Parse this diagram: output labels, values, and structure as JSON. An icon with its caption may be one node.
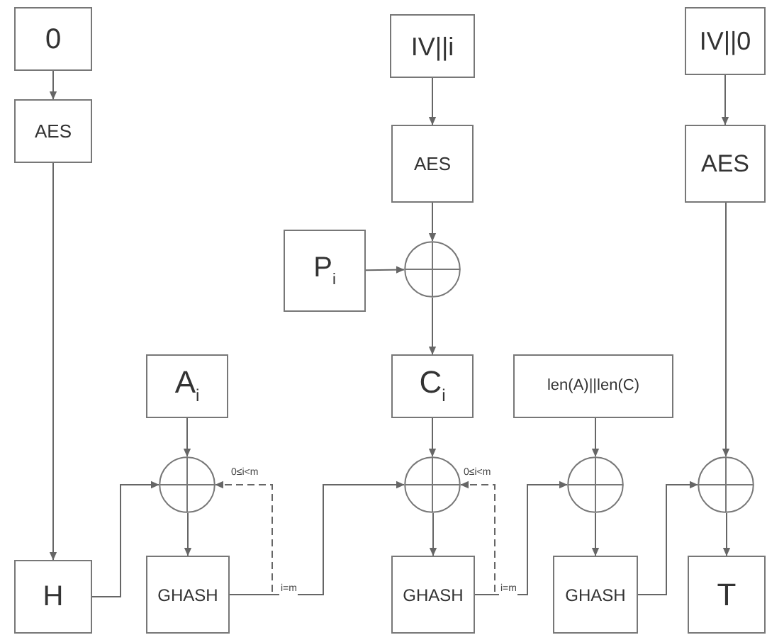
{
  "diagram": {
    "nodes": [
      {
        "text": [
          "0"
        ]
      },
      {
        "text": [
          "IV||i"
        ]
      },
      {
        "text": [
          "IV||0"
        ]
      },
      {
        "text": [
          "AES"
        ]
      },
      {
        "text": [
          "AES"
        ]
      },
      {
        "text": [
          "AES"
        ]
      },
      {
        "text": [
          "P$_{i}$"
        ]
      },
      {
        "text": [],
        "shape": "circle"
      },
      {
        "text": [
          "A$_{i}$"
        ]
      },
      {
        "text": [
          "C$_{i}$"
        ]
      },
      {
        "text": [
          "len(A)||len(C)"
        ]
      },
      {
        "text": [],
        "shape": "circle"
      },
      {
        "text": [],
        "shape": "circle"
      },
      {
        "text": [],
        "shape": "circle"
      },
      {
        "text": [],
        "shape": "circle"
      },
      {
        "text": [
          "H"
        ]
      },
      {
        "text": [
          "GHASH"
        ]
      },
      {
        "text": [
          "GHASH"
        ]
      },
      {
        "text": [
          "GHASH"
        ]
      },
      {
        "text": [
          "T"
        ]
      }
    ],
    "edges": [
      {
        "from": 0,
        "to": 3,
        "arrow": "to"
      },
      {
        "from": 1,
        "to": 4,
        "arrow": "to"
      },
      {
        "from": 2,
        "to": 5,
        "arrow": "to"
      },
      {
        "from": 3,
        "to": 15,
        "arrow": "to"
      },
      {
        "from": 4,
        "to": 7,
        "arrow": "to"
      },
      {
        "from": 6,
        "to": 7,
        "arrow": "to"
      },
      {
        "from": 7,
        "to": 9,
        "arrow": "to"
      },
      {
        "from": 5,
        "to": 14,
        "arrow": "to"
      },
      {
        "from": 8,
        "to": 11,
        "arrow": "to"
      },
      {
        "from": 9,
        "to": 12,
        "arrow": "to"
      },
      {
        "from": 10,
        "to": 13,
        "arrow": "to"
      },
      {
        "from": 15,
        "to": 11,
        "arrow": "to"
      },
      {
        "from": 11,
        "to": 16,
        "arrow": "to"
      },
      {
        "from": 12,
        "to": 17,
        "arrow": "to"
      },
      {
        "from": 13,
        "to": 18,
        "arrow": "to"
      },
      {
        "from": 14,
        "to": 19,
        "arrow": "to"
      },
      {
        "from": 16,
        "to": 11,
        "arrow": "to",
        "style": "dashed",
        "label": "0≤i<m"
      },
      {
        "from": 16,
        "to": 12,
        "arrow": "to",
        "label": "i=m"
      },
      {
        "from": 17,
        "to": 12,
        "arrow": "to",
        "style": "dashed",
        "label": "0≤i<m"
      },
      {
        "from": 17,
        "to": 13,
        "arrow": "to",
        "label": "i=m"
      },
      {
        "from": 18,
        "to": 14,
        "arrow": "to"
      }
    ]
  }
}
